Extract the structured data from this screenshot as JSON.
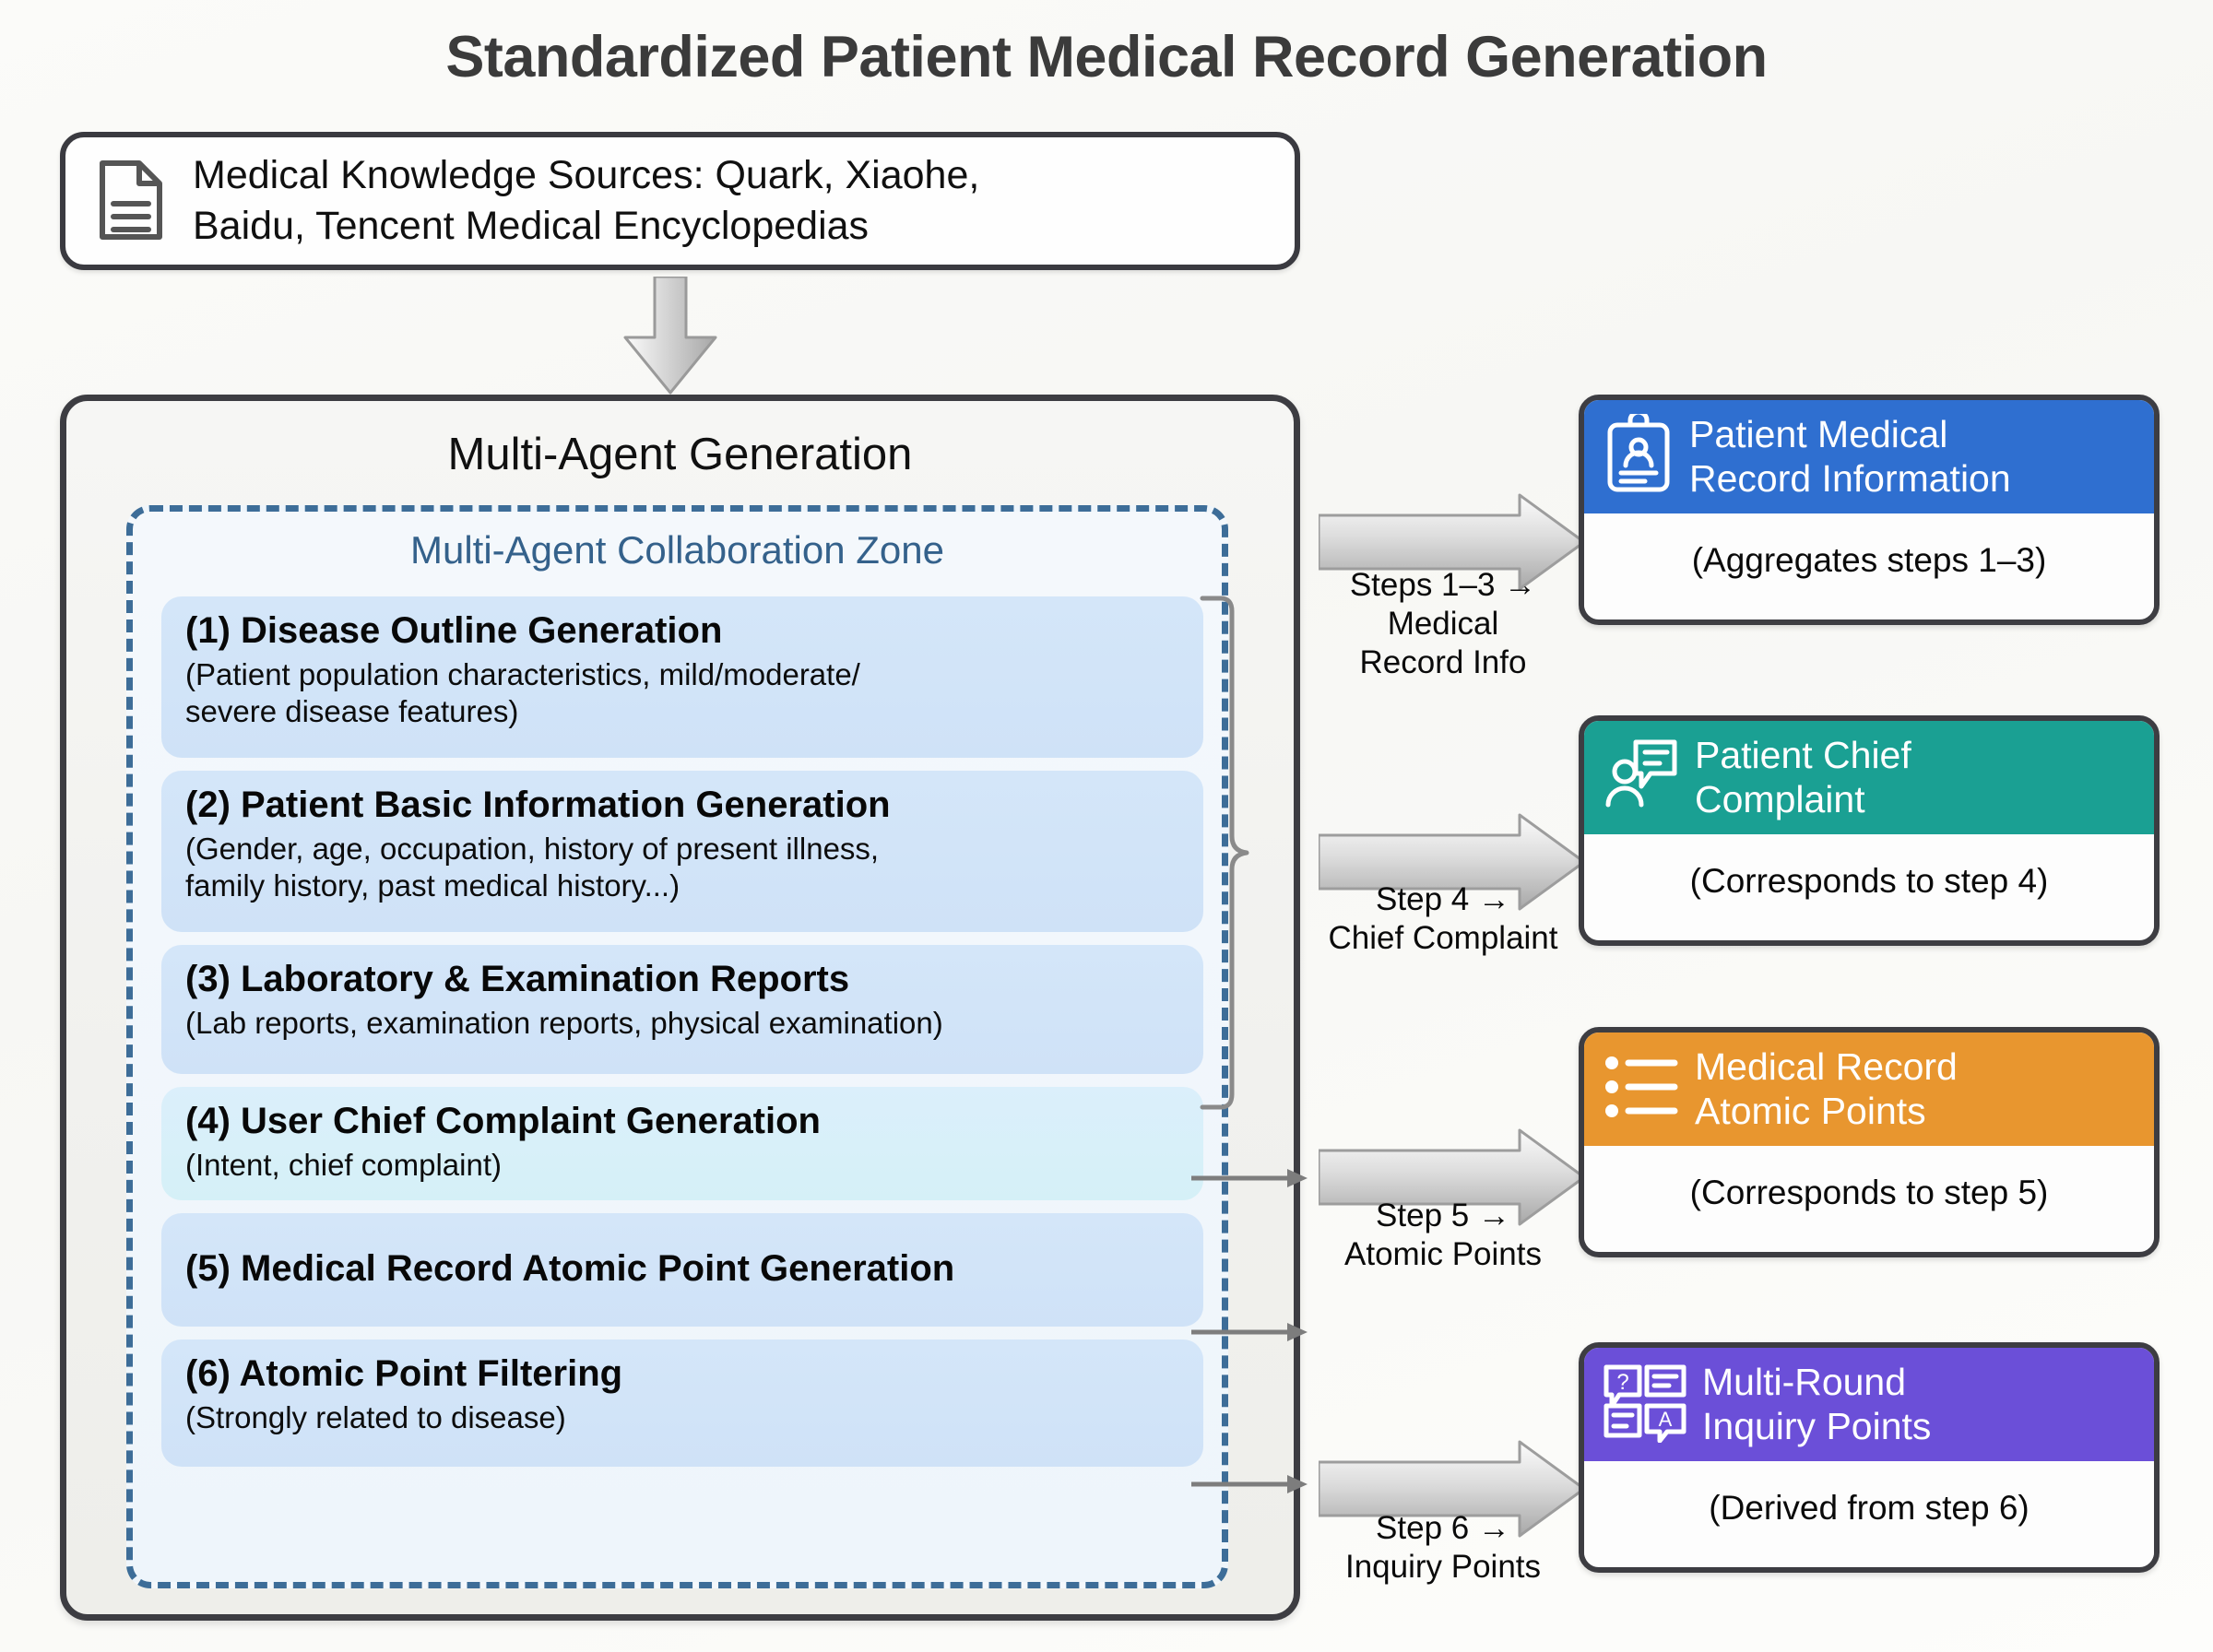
{
  "title": "Standardized Patient Medical Record Generation",
  "source": {
    "icon": "document-icon",
    "text": "Medical Knowledge Sources: Quark, Xiaohe,\nBaidu, Tencent Medical Encyclopedias"
  },
  "generation_panel": {
    "title": "Multi-Agent Generation",
    "collaboration_zone": {
      "title": "Multi-Agent Collaboration Zone",
      "accent_color": "#34618b",
      "border_color": "#3d6d98",
      "steps": [
        {
          "number": "(1)",
          "title": "(1) Disease Outline Generation",
          "subtitle": "(Patient population characteristics, mild/moderate/\nsevere disease features)",
          "fill": "#cfe2f7"
        },
        {
          "number": "(2)",
          "title": "(2) Patient Basic Information Generation",
          "subtitle": "(Gender, age, occupation, history of present illness,\n family history, past medical history...)",
          "fill": "#cfe2f7"
        },
        {
          "number": "(3)",
          "title": "(3) Laboratory & Examination Reports",
          "subtitle": "(Lab reports, examination reports, physical examination)",
          "fill": "#cfe2f7"
        },
        {
          "number": "(4)",
          "title": "(4) User Chief Complaint Generation",
          "subtitle": "(Intent, chief complaint)",
          "fill": "#d5f0f7"
        },
        {
          "number": "(5)",
          "title": "(5) Medical Record Atomic Point Generation",
          "subtitle": "",
          "fill": "#cfe2f7"
        },
        {
          "number": "(6)",
          "title": "(6) Atomic Point Filtering",
          "subtitle": "(Strongly related to disease)",
          "fill": "#cfe2f7"
        }
      ]
    }
  },
  "flow_labels": [
    {
      "text": "Steps 1–3 →\nMedical\nRecord Info"
    },
    {
      "text": "Step 4 →\nChief Complaint"
    },
    {
      "text": "Step 5 →\nAtomic Points"
    },
    {
      "text": "Step 6 →\nInquiry Points"
    }
  ],
  "outputs": [
    {
      "icon": "clipboard-person-icon",
      "heading": "Patient Medical\nRecord Information",
      "note": "(Aggregates steps 1–3)",
      "color": "#2f6fd0"
    },
    {
      "icon": "person-speech-bubble-icon",
      "heading": "Patient Chief\nComplaint",
      "note": "(Corresponds to step 4)",
      "color": "#1aa093"
    },
    {
      "icon": "bullet-list-icon",
      "heading": "Medical Record\nAtomic Points",
      "note": "(Corresponds to step 5)",
      "color": "#e8962f"
    },
    {
      "icon": "qa-chat-icon",
      "heading": "Multi-Round\nInquiry Points",
      "note": "(Derived from step 6)",
      "color": "#6b4fd8"
    }
  ]
}
